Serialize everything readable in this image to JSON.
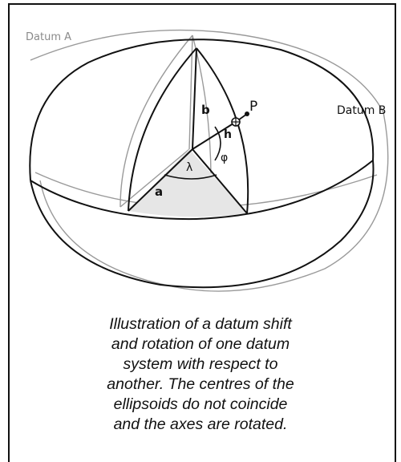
{
  "labels": {
    "datum_a": "Datum A",
    "datum_b": "Datum B",
    "point_p": "P",
    "height_h": "h",
    "semi_minor_b": "b",
    "semi_major_a": "a",
    "longitude_lambda": "λ",
    "latitude_phi": "φ"
  },
  "caption": {
    "lines": [
      "Illustration of a datum shift",
      "and rotation of one datum",
      "system with respect to",
      "another. The centres of the",
      "ellipsoids do not coincide",
      "and the axes are rotated."
    ]
  },
  "colors": {
    "ink": "#111111",
    "grey_line": "#9a9a9a",
    "shade": "#e6e6e6"
  }
}
